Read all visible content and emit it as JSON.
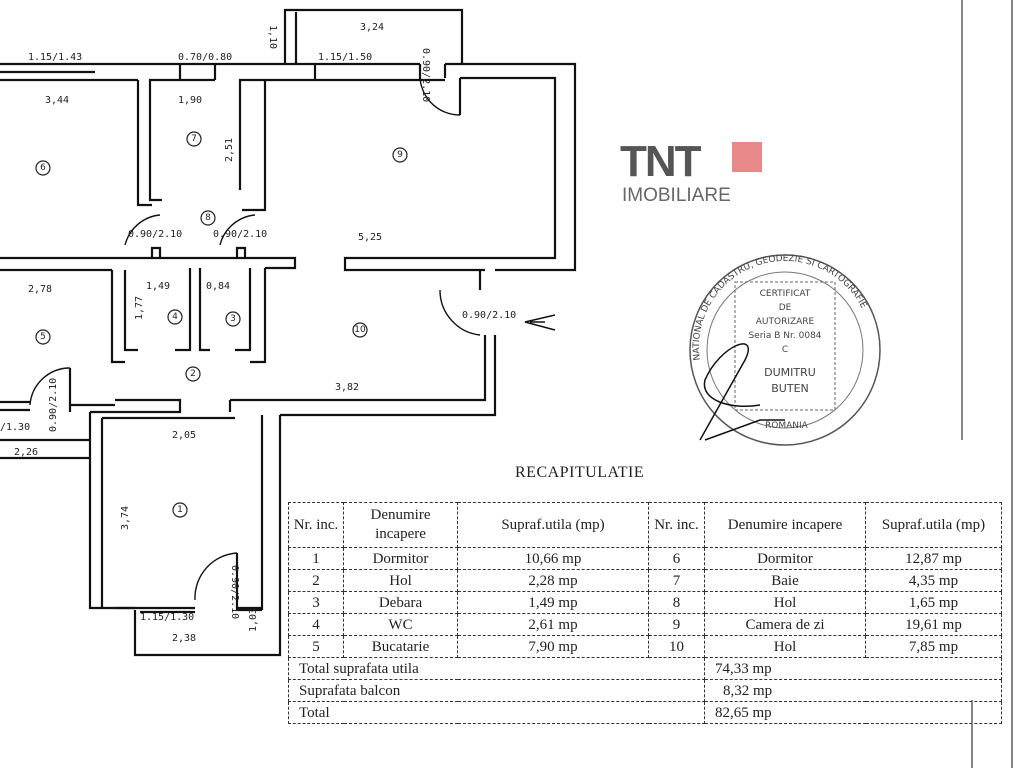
{
  "plan": {
    "dimensions": {
      "d_115_143": "1.15/1.43",
      "d_070_080": "0.70/0.80",
      "d_324": "3,24",
      "d_110": "1,10",
      "d_115_150": "1.15/1.50",
      "d_090_210_a": "0.90/2.10",
      "d_344": "3,44",
      "d_190": "1,90",
      "d_251": "2,51",
      "d_090_210_b": "0.90/2.10",
      "d_090_210_c": "0.90/2.10",
      "d_525": "5,25",
      "d_278": "2,78",
      "d_149": "1,49",
      "d_084": "0,84",
      "d_177": "1,77",
      "d_090_210_entry": "0.90/2.10",
      "d_382": "3,82",
      "d_090_210_d": "0.90/2.10",
      "d_130": "/1.30",
      "d_205": "2,05",
      "d_226": "2,26",
      "d_374": "3,74",
      "d_090_210_e": "0.90/2.10",
      "d_115_130": "1.15/1.30",
      "d_103": "1,03",
      "d_238": "2,38"
    },
    "rooms": [
      "1",
      "2",
      "3",
      "4",
      "5",
      "6",
      "7",
      "8",
      "9",
      "10"
    ]
  },
  "stamp": {
    "ring_text": "NATIONAL DE CADASTRU, GEODEZIE SI CARTOGRAFIE",
    "bottom_text": "ROMANIA",
    "lines": [
      "CERTIFICAT",
      "DE",
      "AUTORIZARE",
      "Seria B Nr. 0084",
      "C",
      "DUMITRU",
      "BUTEN"
    ]
  },
  "summary": {
    "title": "RECAPITULATIE",
    "headers": {
      "nr": "Nr. inc.",
      "name": "Denumire incapere",
      "area": "Supraf.utila (mp)"
    },
    "rows": [
      {
        "nr_a": "1",
        "name_a": "Dormitor",
        "area_a": "10,66 mp",
        "nr_b": "6",
        "name_b": "Dormitor",
        "area_b": "12,87 mp"
      },
      {
        "nr_a": "2",
        "name_a": "Hol",
        "area_a": "2,28 mp",
        "nr_b": "7",
        "name_b": "Baie",
        "area_b": "4,35 mp"
      },
      {
        "nr_a": "3",
        "name_a": "Debara",
        "area_a": "1,49 mp",
        "nr_b": "8",
        "name_b": "Hol",
        "area_b": "1,65 mp"
      },
      {
        "nr_a": "4",
        "name_a": "WC",
        "area_a": "2,61 mp",
        "nr_b": "9",
        "name_b": "Camera de zi",
        "area_b": "19,61 mp"
      },
      {
        "nr_a": "5",
        "name_a": "Bucatarie",
        "area_a": "7,90 mp",
        "nr_b": "10",
        "name_b": "Hol",
        "area_b": "7,85 mp"
      }
    ],
    "totals": [
      {
        "label": "Total suprafata utila",
        "value": "74,33 mp"
      },
      {
        "label": "Suprafata balcon",
        "value": "8,32 mp"
      },
      {
        "label": "Total",
        "value": "82,65 mp"
      }
    ]
  },
  "watermark": {
    "brand": "TNT",
    "sub": "IMOBILIARE",
    "accent": "#e88888"
  }
}
